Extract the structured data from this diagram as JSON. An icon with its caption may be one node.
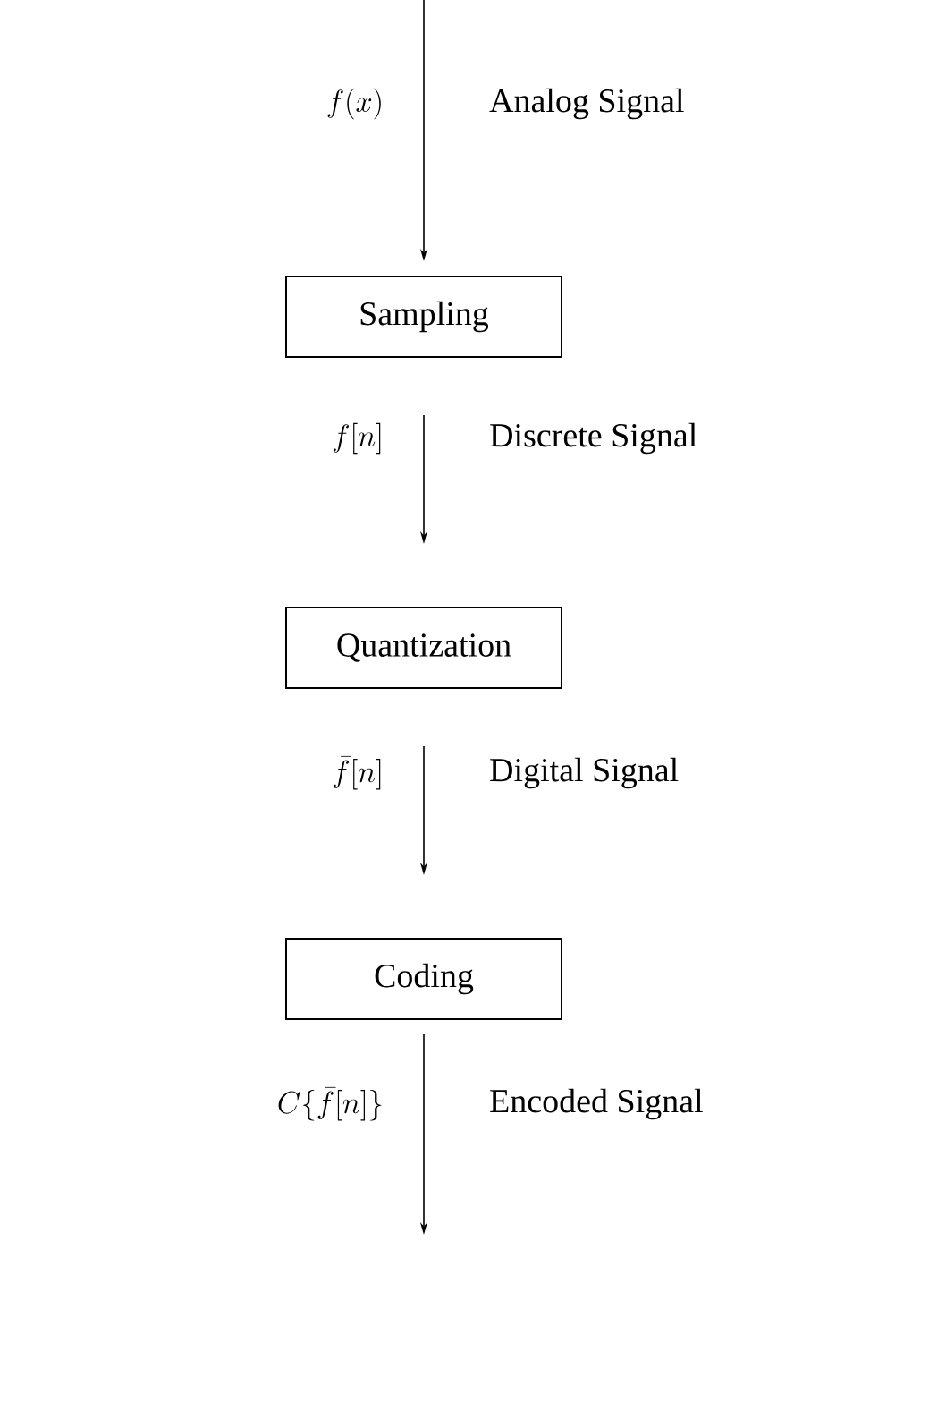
{
  "diagram": {
    "nodes": [
      {
        "text": [
          "Sampling"
        ]
      },
      {
        "text": [
          "Quantization"
        ]
      },
      {
        "text": [
          "Coding"
        ]
      }
    ],
    "edges": [
      {
        "from": null,
        "to": 0,
        "arrow": "to"
      },
      {
        "from": 0,
        "to": 1,
        "arrow": "to"
      },
      {
        "from": 1,
        "to": 2,
        "arrow": "to"
      },
      {
        "from": 2,
        "to": null,
        "arrow": "to"
      }
    ],
    "labels": [
      "f(x)",
      "Analog Signal",
      "f[n]",
      "Discrete Signal",
      "\\bar{f}[n]",
      "Digital Signal",
      "C\\{\\bar{f}[n]\\}",
      "Encoded Signal"
    ]
  }
}
